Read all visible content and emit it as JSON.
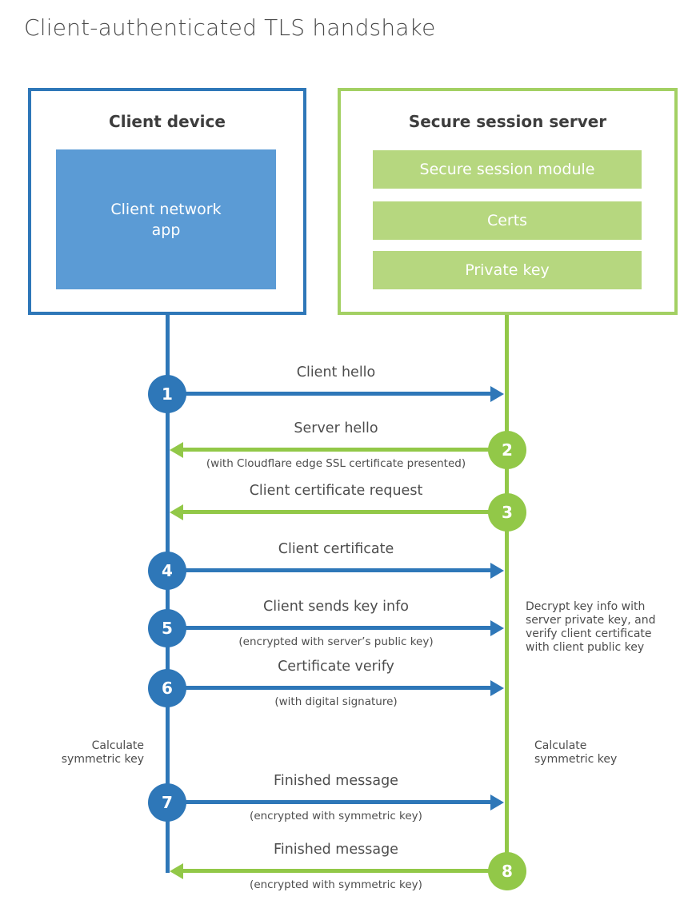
{
  "title": "Client-authenticated TLS handshake",
  "client": {
    "heading": "Client device",
    "app_label": "Client network app"
  },
  "server": {
    "heading": "Secure session server",
    "modules": [
      {
        "label": "Secure session module"
      },
      {
        "label": "Certs"
      },
      {
        "label": "Private key"
      }
    ]
  },
  "steps": [
    {
      "number": "1",
      "actor": "client",
      "direction": "right",
      "label": "Client hello",
      "sublabel": ""
    },
    {
      "number": "2",
      "actor": "server",
      "direction": "left",
      "label": "Server hello",
      "sublabel": "(with Cloudflare edge SSL certificate presented)"
    },
    {
      "number": "3",
      "actor": "server",
      "direction": "left",
      "label": "Client certificate request",
      "sublabel": ""
    },
    {
      "number": "4",
      "actor": "client",
      "direction": "right",
      "label": "Client certificate",
      "sublabel": ""
    },
    {
      "number": "5",
      "actor": "client",
      "direction": "right",
      "label": "Client sends key info",
      "sublabel": "(encrypted with server’s public key)"
    },
    {
      "number": "6",
      "actor": "client",
      "direction": "right",
      "label": "Certificate verify",
      "sublabel": "(with digital signature)"
    },
    {
      "number": "7",
      "actor": "client",
      "direction": "right",
      "label": "Finished message",
      "sublabel": "(encrypted with symmetric key)"
    },
    {
      "number": "8",
      "actor": "server",
      "direction": "left",
      "label": "Finished message",
      "sublabel": "(encrypted with symmetric key)"
    }
  ],
  "annotations": {
    "decrypt_note": "Decrypt key info with server private key, and verify client certificate with client public key",
    "calculate_left": "Calculate symmetric key",
    "calculate_right": "Calculate symmetric key"
  },
  "colors": {
    "blue": "#2e77b8",
    "blue_fill": "#5b9bd5",
    "green": "#92c848",
    "green_border": "#a3d063",
    "green_fill": "#b6d77f",
    "text": "#4d4d4d",
    "text_dark": "#3d3d3d"
  }
}
